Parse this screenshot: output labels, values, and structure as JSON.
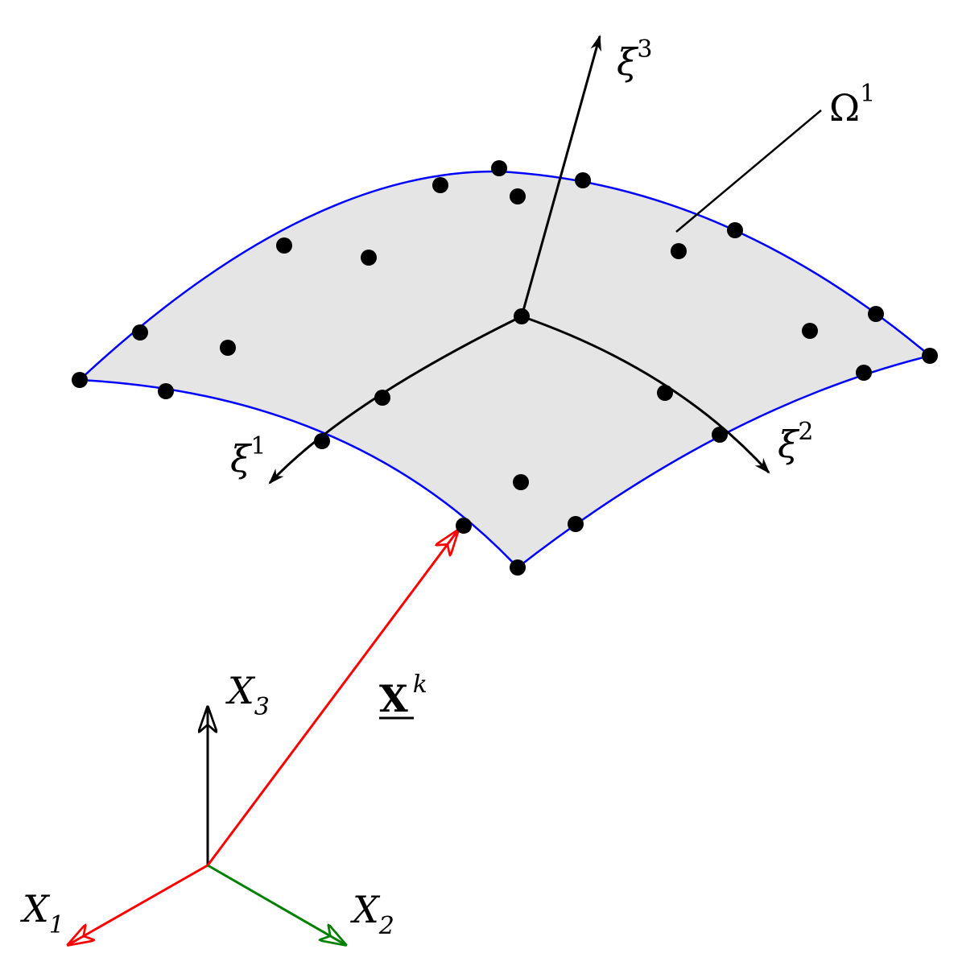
{
  "labels": {
    "xi3": {
      "base": "ξ",
      "sup": "3"
    },
    "xi1": {
      "base": "ξ",
      "sup": "1"
    },
    "xi2": {
      "base": "ξ",
      "sup": "2"
    },
    "omega": {
      "base": "Ω",
      "sup": "1"
    },
    "position": {
      "base": "X",
      "sup": "k"
    },
    "x1": {
      "base": "X",
      "sub": "1"
    },
    "x2": {
      "base": "X",
      "sub": "2"
    },
    "x3": {
      "base": "X",
      "sub": "3"
    }
  },
  "colors": {
    "surface_fill": "#e5e5e5",
    "surface_edge": "#0000ff",
    "node": "#000000",
    "position_vector": "#ff0000",
    "axis_x1": "#ff0000",
    "axis_x2": "#008000",
    "axis_x3": "#000000",
    "local_axes": "#000000"
  }
}
